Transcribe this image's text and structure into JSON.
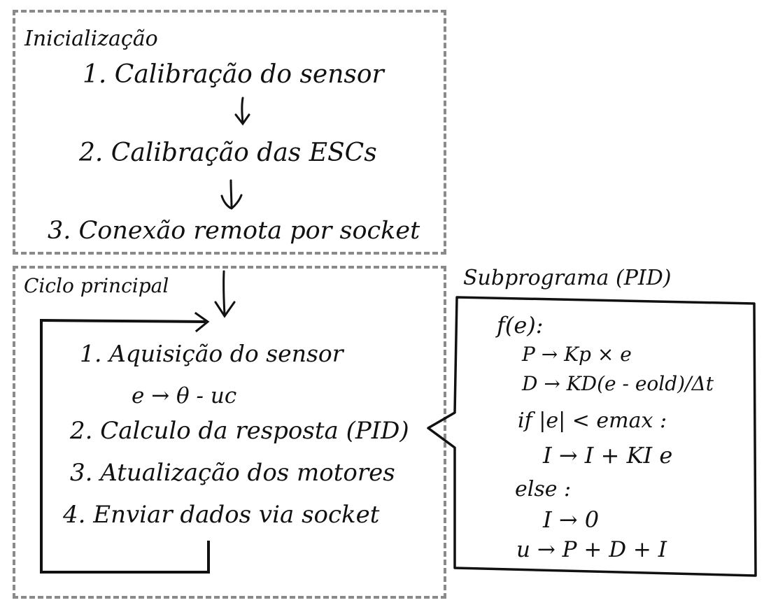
{
  "init": {
    "title": "Inicialização",
    "steps": [
      "1. Calibração do sensor",
      "2. Calibração das ESCs",
      "3. Conexão remota por socket"
    ]
  },
  "loop": {
    "title": "Ciclo principal",
    "steps": [
      "1. Aquisição do sensor",
      "e → θ - uc",
      "2. Calculo da resposta (PID)",
      "3. Atualização dos motores",
      "4. Enviar dados via socket"
    ]
  },
  "pid": {
    "title": "Subprograma (PID)",
    "lines": [
      "f(e):",
      "P → Kp × e",
      "D → KD(e - eold)/Δt",
      "if |e| < emax :",
      "I → I + KI e",
      "else :",
      "I → 0",
      "u → P + D + I"
    ]
  }
}
